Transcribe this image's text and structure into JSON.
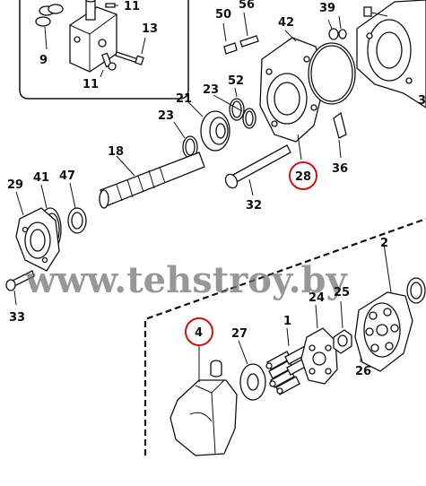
{
  "labels": {
    "p11a": "11",
    "p13": "13",
    "p9": "9",
    "p11b": "11",
    "p50": "50",
    "p56": "56",
    "p42": "42",
    "p39": "39",
    "p3": "3",
    "p21": "21",
    "p23a": "23",
    "p52": "52",
    "p23b": "23",
    "p18": "18",
    "p28": "28",
    "p36": "36",
    "p32": "32",
    "p29": "29",
    "p41": "41",
    "p47": "47",
    "p33": "33",
    "p2": "2",
    "p1": "1",
    "p24": "24",
    "p25": "25",
    "p4": "4",
    "p27": "27",
    "p26": "26"
  },
  "highlighted_parts": [
    "28",
    "4"
  ],
  "watermark": "www.tehstroy.by",
  "colors": {
    "highlight": "#d01010",
    "line": "#111111",
    "watermark": "#6f6f6f"
  }
}
